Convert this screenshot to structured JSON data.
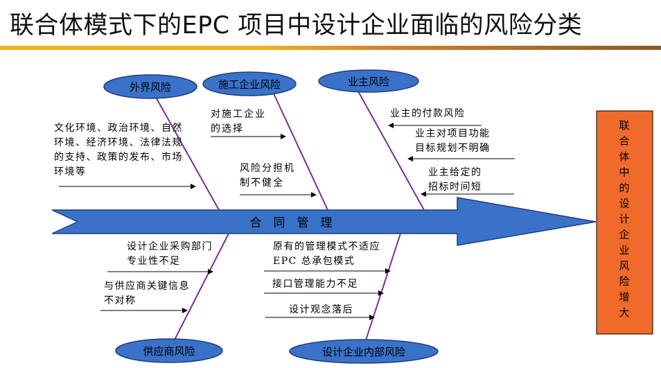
{
  "title": "联合体模式下的EPC 项目中设计企业面临的风险分类",
  "spine_label": "合　同　管　理",
  "result_box": {
    "text": "联合体中的设计企业风险增大",
    "fill": "#f06a2c"
  },
  "colors": {
    "ellipse": "#3a72c9",
    "branch": "#7b2c95",
    "arrow": "#3a72c9",
    "arrow_stroke": "#1f3d78"
  },
  "top_categories": [
    {
      "label": "外界风险",
      "causes": [
        "文化环境、政治环境、自然环境、经济环境、法律法规的支持、政策的发布、市场环境等"
      ]
    },
    {
      "label": "施工企业风险",
      "causes": [
        "对施工企业的选择",
        "风险分担机制不健全"
      ]
    },
    {
      "label": "业主风险",
      "causes": [
        "业主的付款风险",
        "业主对项目功能目标规划不明确",
        "业主给定的招标时间短"
      ]
    }
  ],
  "bottom_categories": [
    {
      "label": "供应商风险",
      "causes": [
        "设计企业采购部门专业性不足",
        "与供应商关键信息不对称"
      ]
    },
    {
      "label": "设计企业内部风险",
      "causes": [
        "原有的管理模式不适应 EPC 总承包模式",
        "接口管理能力不足",
        "设计观念落后"
      ]
    }
  ]
}
